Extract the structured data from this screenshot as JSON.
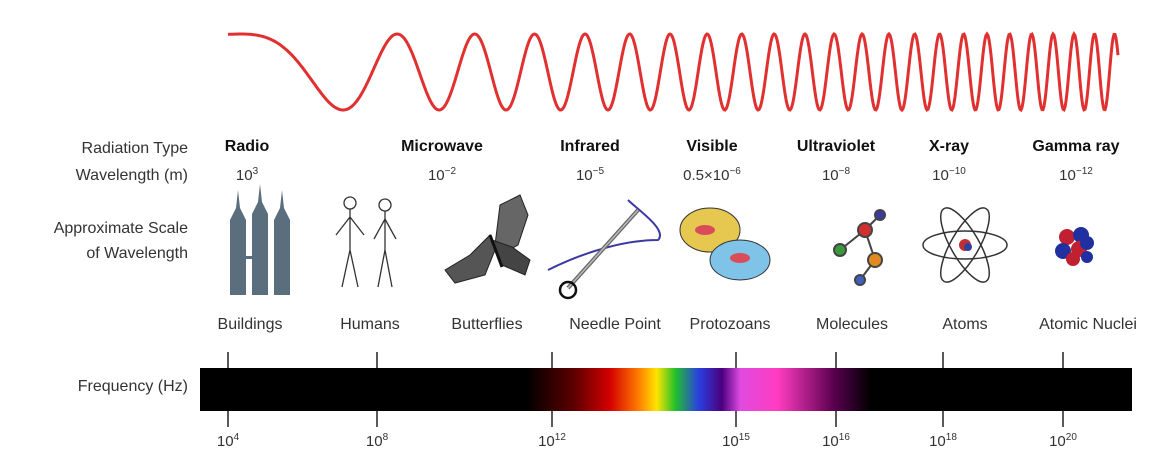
{
  "row_labels": {
    "radiation_type": "Radiation Type",
    "wavelength": "Wavelength (m)",
    "scale_line1": "Approximate Scale",
    "scale_line2": "of Wavelength",
    "frequency": "Frequency (Hz)"
  },
  "columns": [
    {
      "name": "Radio",
      "wl_base": "10",
      "wl_exp": "3",
      "wl_prefix": "",
      "scale": "Buildings",
      "icon": "buildings-icon"
    },
    {
      "name": "Microwave",
      "wl_base": "10",
      "wl_exp": "−2",
      "wl_prefix": "",
      "scale": "Humans",
      "icon": "humans-icon"
    },
    {
      "name": "Infrared",
      "wl_base": "10",
      "wl_exp": "−5",
      "wl_prefix": "",
      "scale": "Butterflies",
      "icon": "butterfly-icon"
    },
    {
      "name": "Visible",
      "wl_base": "10",
      "wl_exp": "−6",
      "wl_prefix": "0.5×",
      "scale": "Needle Point",
      "icon": "needle-icon"
    },
    {
      "name": "Ultraviolet",
      "wl_base": "10",
      "wl_exp": "−8",
      "wl_prefix": "",
      "scale": "Protozoans",
      "icon": "protozoa-icon"
    },
    {
      "name": "X-ray",
      "wl_base": "10",
      "wl_exp": "−10",
      "wl_prefix": "",
      "scale": "Molecules",
      "icon": "molecule-icon"
    },
    {
      "name": "Gamma ray",
      "wl_base": "10",
      "wl_exp": "−12",
      "wl_prefix": "",
      "scale": "Atoms",
      "icon": "atom-icon"
    }
  ],
  "extra_scale": {
    "scale": "Atomic Nuclei",
    "icon": "nucleus-icon"
  },
  "frequency_ticks": [
    {
      "base": "10",
      "exp": "4"
    },
    {
      "base": "10",
      "exp": "8"
    },
    {
      "base": "10",
      "exp": "12"
    },
    {
      "base": "10",
      "exp": "15"
    },
    {
      "base": "10",
      "exp": "16"
    },
    {
      "base": "10",
      "exp": "18"
    },
    {
      "base": "10",
      "exp": "20"
    }
  ],
  "colors": {
    "wave": "#e03030",
    "bar": "#000000",
    "building": "#5a6e7e",
    "text": "#333333"
  }
}
